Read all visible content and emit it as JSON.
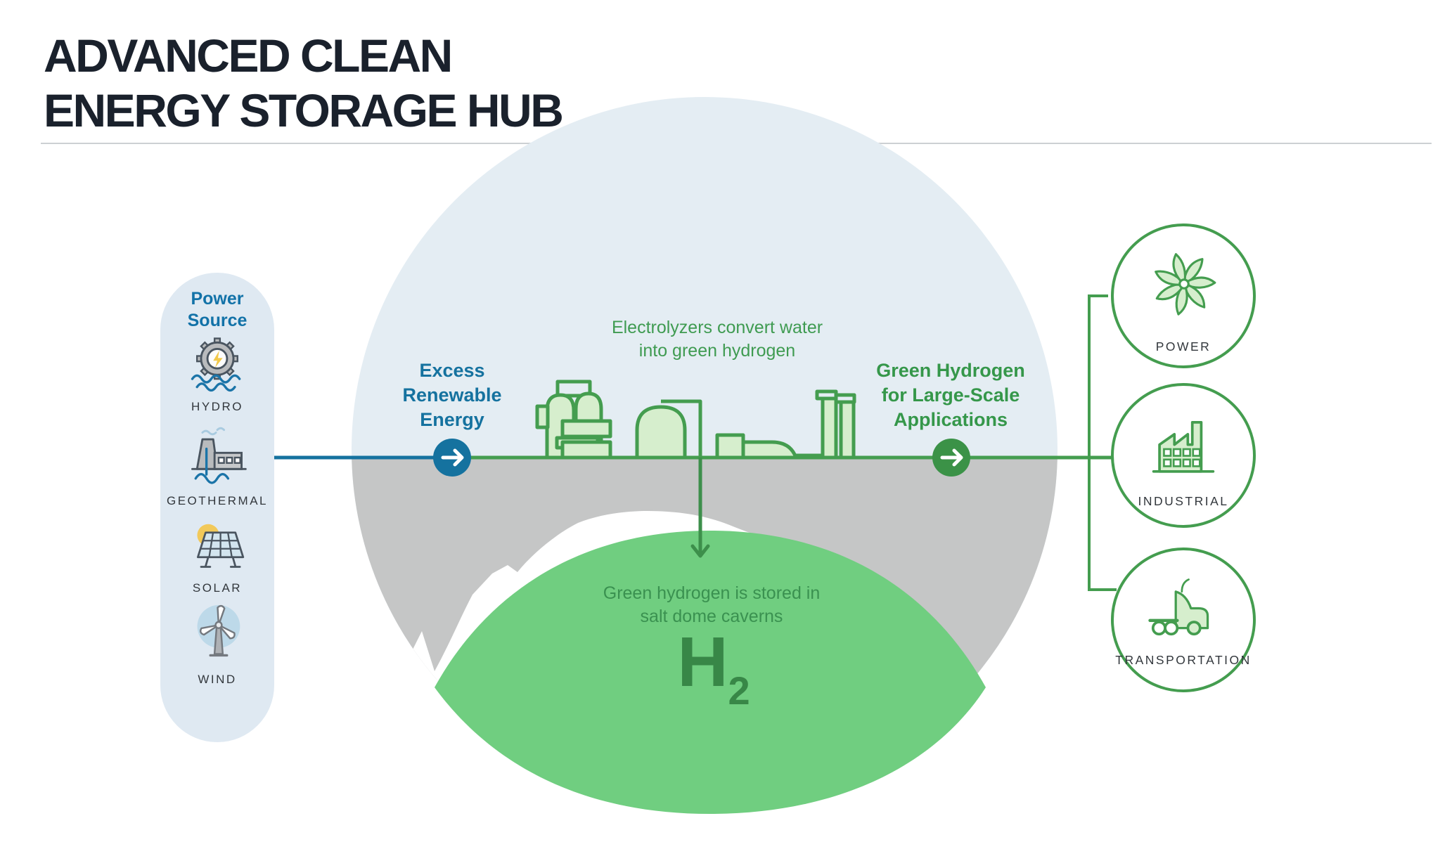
{
  "title": "ADVANCED CLEAN\nENERGY STORAGE HUB",
  "power_source": {
    "heading": "Power\nSource",
    "items": [
      {
        "label": "HYDRO"
      },
      {
        "label": "GEOTHERMAL"
      },
      {
        "label": "SOLAR"
      },
      {
        "label": "WIND"
      }
    ]
  },
  "flow": {
    "input_label": "Excess\nRenewable\nEnergy",
    "process_caption": "Electrolyzers convert water\ninto green hydrogen",
    "output_label": "Green Hydrogen\nfor Large-Scale\nApplications",
    "storage_caption": "Green hydrogen is stored in\nsalt dome caverns",
    "storage_symbol": "H",
    "storage_symbol_subscript": "2"
  },
  "applications": {
    "items": [
      {
        "label": "POWER"
      },
      {
        "label": "INDUSTRIAL"
      },
      {
        "label": "TRANSPORTATION"
      }
    ]
  },
  "colors": {
    "accent_blue": "#15729F",
    "accent_green": "#449D4F",
    "green_arrow_circle": "#3B9247",
    "dome_green": "#70CE80",
    "sky_blue": "#E4EDF3",
    "underground_gray": "#C5C6C6",
    "panel_blue": "#DFE9F2",
    "light_green_fill": "#D6EECD",
    "title_ink": "#1A212C",
    "label_ink": "#32373C",
    "dome_text_green": "#3A9150",
    "h2_green": "#388747",
    "sun_yellow": "#F2C95A",
    "icon_gray": "#B9BBBD"
  }
}
